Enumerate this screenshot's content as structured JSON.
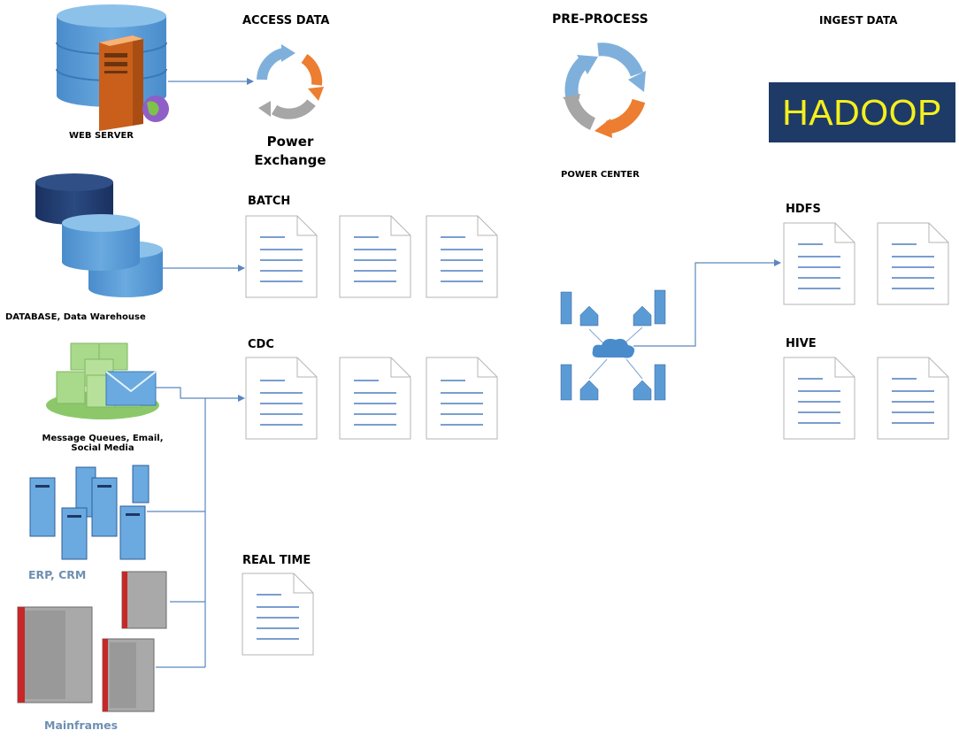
{
  "columns": {
    "access": "ACCESS DATA",
    "preprocess": "PRE-PROCESS",
    "ingest": "INGEST DATA"
  },
  "sources": {
    "web_server": "WEB SERVER",
    "database": "DATABASE, Data Warehouse",
    "message_queues_line1": "Message Queues, Email,",
    "message_queues_line2": "Social Media",
    "erp_crm": "ERP, CRM",
    "mainframes": "Mainframes"
  },
  "tools": {
    "power_exchange_line1": "Power",
    "power_exchange_line2": "Exchange",
    "power_center": "POWER CENTER",
    "hadoop": "HADOOP"
  },
  "staging": {
    "batch": "BATCH",
    "cdc": "CDC",
    "real_time": "REAL TIME"
  },
  "targets": {
    "hdfs": "HDFS",
    "hive": "HIVE"
  },
  "colors": {
    "connector": "#5b86bf",
    "db_light": "#5b9bd5",
    "db_dark": "#1f3864",
    "hadoop_bg": "#1e3a66",
    "hadoop_text": "#f5ef1d",
    "subtitle_blue": "#6f8fb3",
    "cycle_orange": "#ed7d31",
    "cycle_gray": "#a6a6a6",
    "cycle_blue": "#7fb0dc",
    "message_green": "#9fd27f"
  }
}
